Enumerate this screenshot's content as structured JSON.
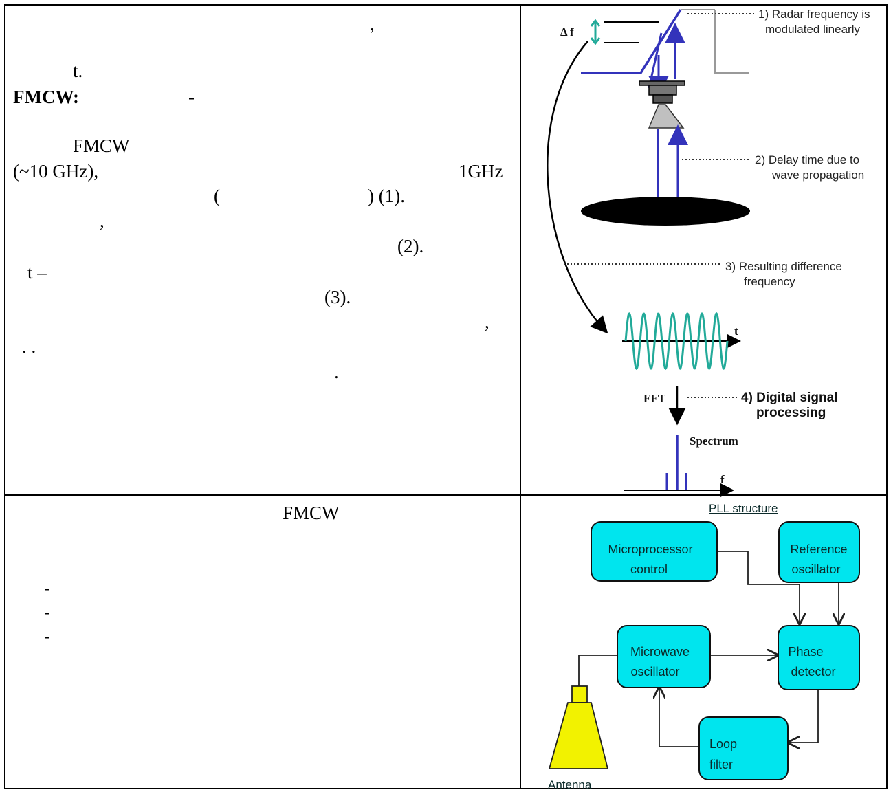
{
  "text": {
    "comma1": ",",
    "t1": "t.",
    "fmcw_heading": "FMCW:",
    "dash_h": "-",
    "fmcw_intro": "FMCW",
    "freq_10": "(~10 GHz),",
    "ghz1": "1GHz",
    "paren_open": "(",
    "paren_close": ") (1).",
    "comma2": ",",
    "ref2": "(2).",
    "t_dash": "t –",
    "ref3": "(3).",
    "comma3": ",",
    "dots": ". .",
    "period": ".",
    "fmcw_caption": "FMCW",
    "bullets": [
      "-",
      "-",
      "-"
    ]
  },
  "radar_diagram": {
    "delta_f": "Δ f",
    "step1_line1": "1) Radar frequency is",
    "step1_line2": "modulated linearly",
    "step2_line1": "2) Delay time due to",
    "step2_line2": "wave propagation",
    "step3_line1": "3) Resulting difference",
    "step3_line2": "frequency",
    "axis_t": "t",
    "fft": "FFT",
    "step4_line1": "4) Digital signal",
    "step4_line2": "processing",
    "spectrum": "Spectrum",
    "axis_f": "f",
    "colors": {
      "signal": "#3333bb",
      "wave": "#22aa99",
      "step_line": "#999999"
    }
  },
  "pll_diagram": {
    "title": "PLL structure",
    "micro_l1": "Microprocessor",
    "micro_l2": "control",
    "ref_l1": "Reference",
    "ref_l2": "oscillator",
    "mw_l1": "Microwave",
    "mw_l2": "oscillator",
    "phase_l1": "Phase",
    "phase_l2": "detector",
    "loop_l1": "Loop",
    "loop_l2": "filter",
    "antenna": "Antenna",
    "colors": {
      "block": "#00e5ee",
      "antenna": "#f2f200"
    }
  }
}
